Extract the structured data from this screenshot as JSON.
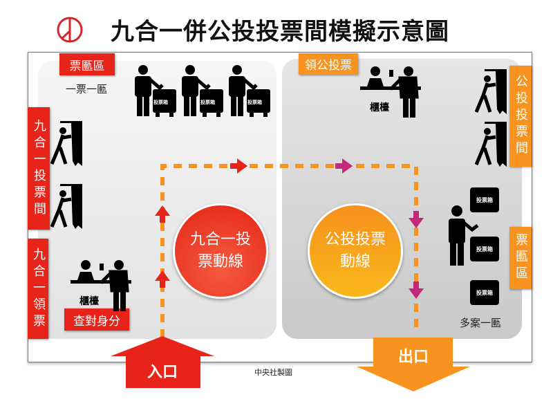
{
  "header": {
    "title": "九合一併公投投票間模擬示意圖",
    "logo": "peace-circle-logo"
  },
  "left_zone": {
    "ballot_area_label": "票匭區",
    "ballot_area_note": "一票一匭",
    "booth_label": "九合一投票間",
    "collect_label": "九合一領票",
    "counter_label": "櫃檯",
    "id_check_label": "查對身分",
    "ballot_box_label": "投票箱",
    "flow_circle": "九合一投票動線",
    "flow_circle_line1": "九合一投",
    "flow_circle_line2": "票動線"
  },
  "right_zone": {
    "collect_label": "領公投票",
    "counter_label": "櫃檯",
    "booth_label": "公投投票間",
    "ballot_area_label": "票匭區",
    "ballot_area_note": "多案一匭",
    "ballot_box_label": "投票箱",
    "flow_circle_line1": "公投投票",
    "flow_circle_line2": "動線"
  },
  "entrance_label": "入口",
  "exit_label": "出口",
  "credit": "中央社製圖",
  "colors": {
    "red": "#e8241a",
    "orange": "#f7931e",
    "magenta": "#c2297a",
    "dash": "#f7931e"
  }
}
